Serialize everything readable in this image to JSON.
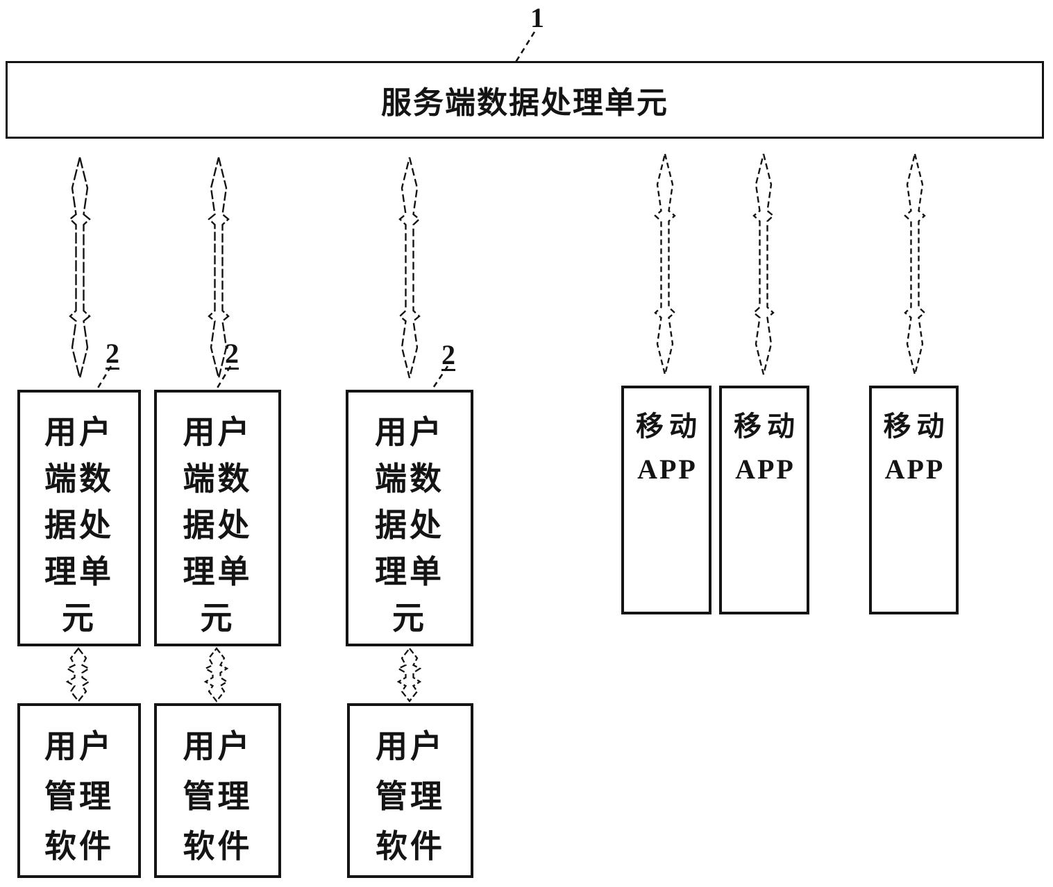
{
  "diagram": {
    "colors": {
      "ink": "#141414",
      "background": "#ffffff"
    },
    "title_box": {
      "ref_label": "1",
      "text": "服务端数据处理单元"
    },
    "client_unit_boxes": [
      {
        "ref_label": "2",
        "text": "用户端数据处理单元",
        "lines": [
          "用户",
          "端数",
          "据处",
          "理单",
          "元"
        ]
      },
      {
        "ref_label": "2",
        "text": "用户端数据处理单元",
        "lines": [
          "用户",
          "端数",
          "据处",
          "理单",
          "元"
        ]
      },
      {
        "ref_label": "2",
        "text": "用户端数据处理单元",
        "lines": [
          "用户",
          "端数",
          "据处",
          "理单",
          "元"
        ]
      }
    ],
    "software_boxes": [
      {
        "text": "用户管理软件",
        "lines": [
          "用户",
          "管理",
          "软件"
        ]
      },
      {
        "text": "用户管理软件",
        "lines": [
          "用户",
          "管理",
          "软件"
        ]
      },
      {
        "text": "用户管理软件",
        "lines": [
          "用户",
          "管理",
          "软件"
        ]
      }
    ],
    "app_boxes": [
      {
        "text": "移动APP",
        "lines": [
          "移动",
          "APP"
        ]
      },
      {
        "text": "移动APP",
        "lines": [
          "移动",
          "APP"
        ]
      },
      {
        "text": "移动APP",
        "lines": [
          "移动",
          "APP"
        ]
      }
    ],
    "icons": {
      "double_arrow": "vertical-double-headed-arrow",
      "leader_line": "dashed-reference-line"
    }
  }
}
